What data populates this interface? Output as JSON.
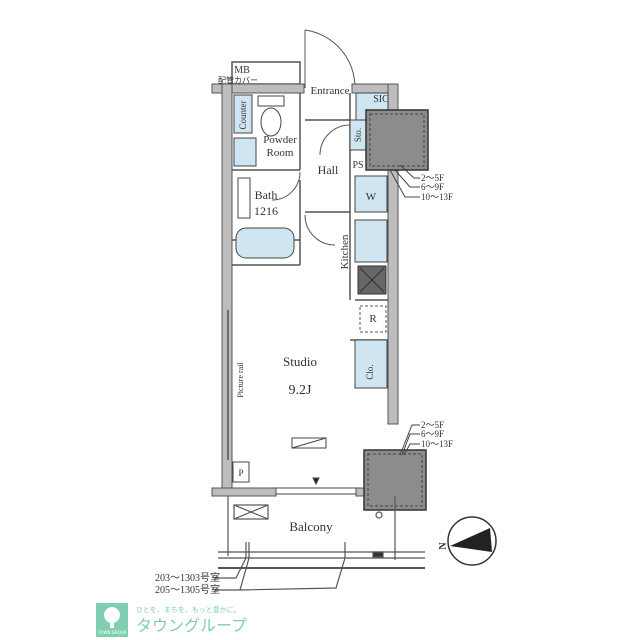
{
  "plan": {
    "labels": {
      "mb": "MB",
      "pipe_cover": "配管カバー",
      "entrance": "Entrance",
      "sic": "SIC",
      "counter": "Counter",
      "powder_room_1": "Powder",
      "powder_room_2": "Room",
      "storage": "Sto.",
      "ps": "PS",
      "hall": "Hall",
      "washer": "W",
      "bath": "Bath",
      "bath_size": "1216",
      "kitchen": "Kitchen",
      "refrigerator": "R",
      "studio": "Studio",
      "studio_size": "9.2J",
      "closet": "Clo.",
      "picture_rail": "Picture rail",
      "p": "P",
      "balcony": "Balcony"
    },
    "floor_notes_upper": [
      "2～5F",
      "6～9F",
      "10～13F"
    ],
    "floor_notes_lower": [
      "2～5F",
      "6～9F",
      "10～13F"
    ],
    "room_notes": [
      "203～1303号室",
      "205～1305号室"
    ],
    "compass_label": "N"
  },
  "colors": {
    "wall": "#9a9a9a",
    "pillar": "#8c8c8c",
    "fixture_blue": "#cfe6f2",
    "logo_green": "#7fcfb0"
  },
  "logo": {
    "tagline": "ひとを、まちを、もっと豊かに。",
    "name": "タウングループ",
    "mark_text": "TOWN GROUP"
  }
}
